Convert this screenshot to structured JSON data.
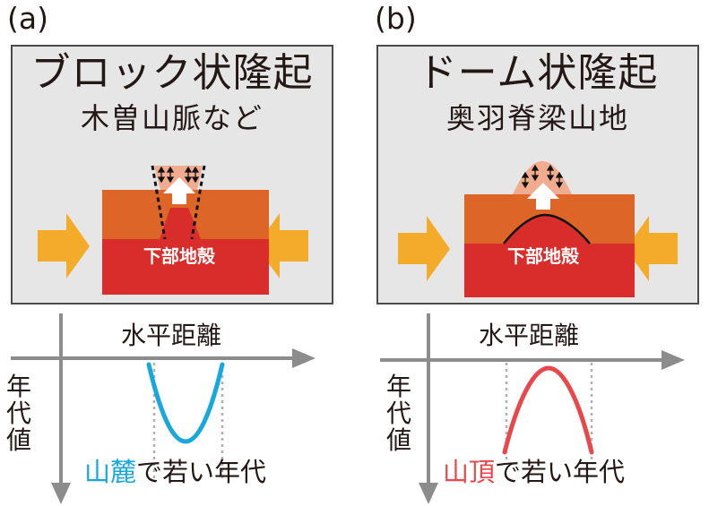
{
  "panels": [
    {
      "letter": "(a)",
      "title": "ブロック状隆起",
      "subtitle": "木曽山脈など",
      "lower_crust_label": "下部地殻",
      "graph": {
        "xlabel": "水平距離",
        "ylabel_chars": [
          "年",
          "代",
          "値"
        ],
        "caption_highlight": "山麓",
        "caption_rest": "で若い年代",
        "curve_color": "#19a8dc",
        "curve_shape": "U"
      }
    },
    {
      "letter": "(b)",
      "title": "ドーム状隆起",
      "subtitle": "奥羽脊梁山地",
      "lower_crust_label": "下部地殻",
      "graph": {
        "xlabel": "水平距離",
        "ylabel_chars": [
          "年",
          "代",
          "値"
        ],
        "caption_highlight": "山頂",
        "caption_rest": "で若い年代",
        "curve_color": "#e8474c",
        "curve_shape": "inverted-U"
      }
    }
  ],
  "colors": {
    "upper_crust": "#dd6527",
    "lower_crust": "#d92d2b",
    "uplift_zone": "#f1ab8f",
    "compression_arrow": "#f5ab2a",
    "axis": "#8c8c8c",
    "panel_bg": "#e6e6e6"
  }
}
